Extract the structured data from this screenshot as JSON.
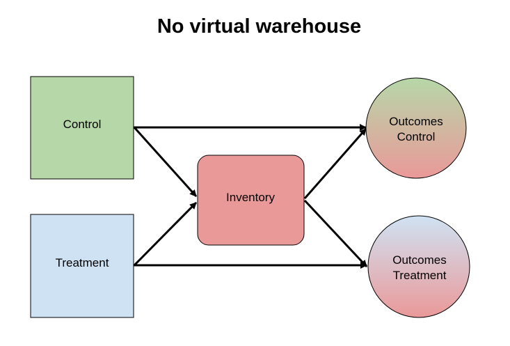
{
  "title": "No virtual warehouse",
  "nodes": {
    "control": {
      "label": "Control",
      "fill": "#b6d7a8"
    },
    "treatment": {
      "label": "Treatment",
      "fill": "#cfe2f3"
    },
    "inventory": {
      "label": "Inventory",
      "fill": "#ea9999"
    },
    "outcomes_control": {
      "line1": "Outcomes",
      "line2": "Control",
      "fill_top": "#b6d7a8",
      "fill_bottom": "#ea9999"
    },
    "outcomes_treatment": {
      "line1": "Outcomes",
      "line2": "Treatment",
      "fill_top": "#cfe2f3",
      "fill_bottom": "#ea9999"
    }
  },
  "edges": [
    {
      "from": "control",
      "to": "outcomes_control"
    },
    {
      "from": "control",
      "to": "inventory"
    },
    {
      "from": "treatment",
      "to": "inventory"
    },
    {
      "from": "treatment",
      "to": "outcomes_treatment"
    },
    {
      "from": "inventory",
      "to": "outcomes_control"
    },
    {
      "from": "inventory",
      "to": "outcomes_treatment"
    }
  ]
}
